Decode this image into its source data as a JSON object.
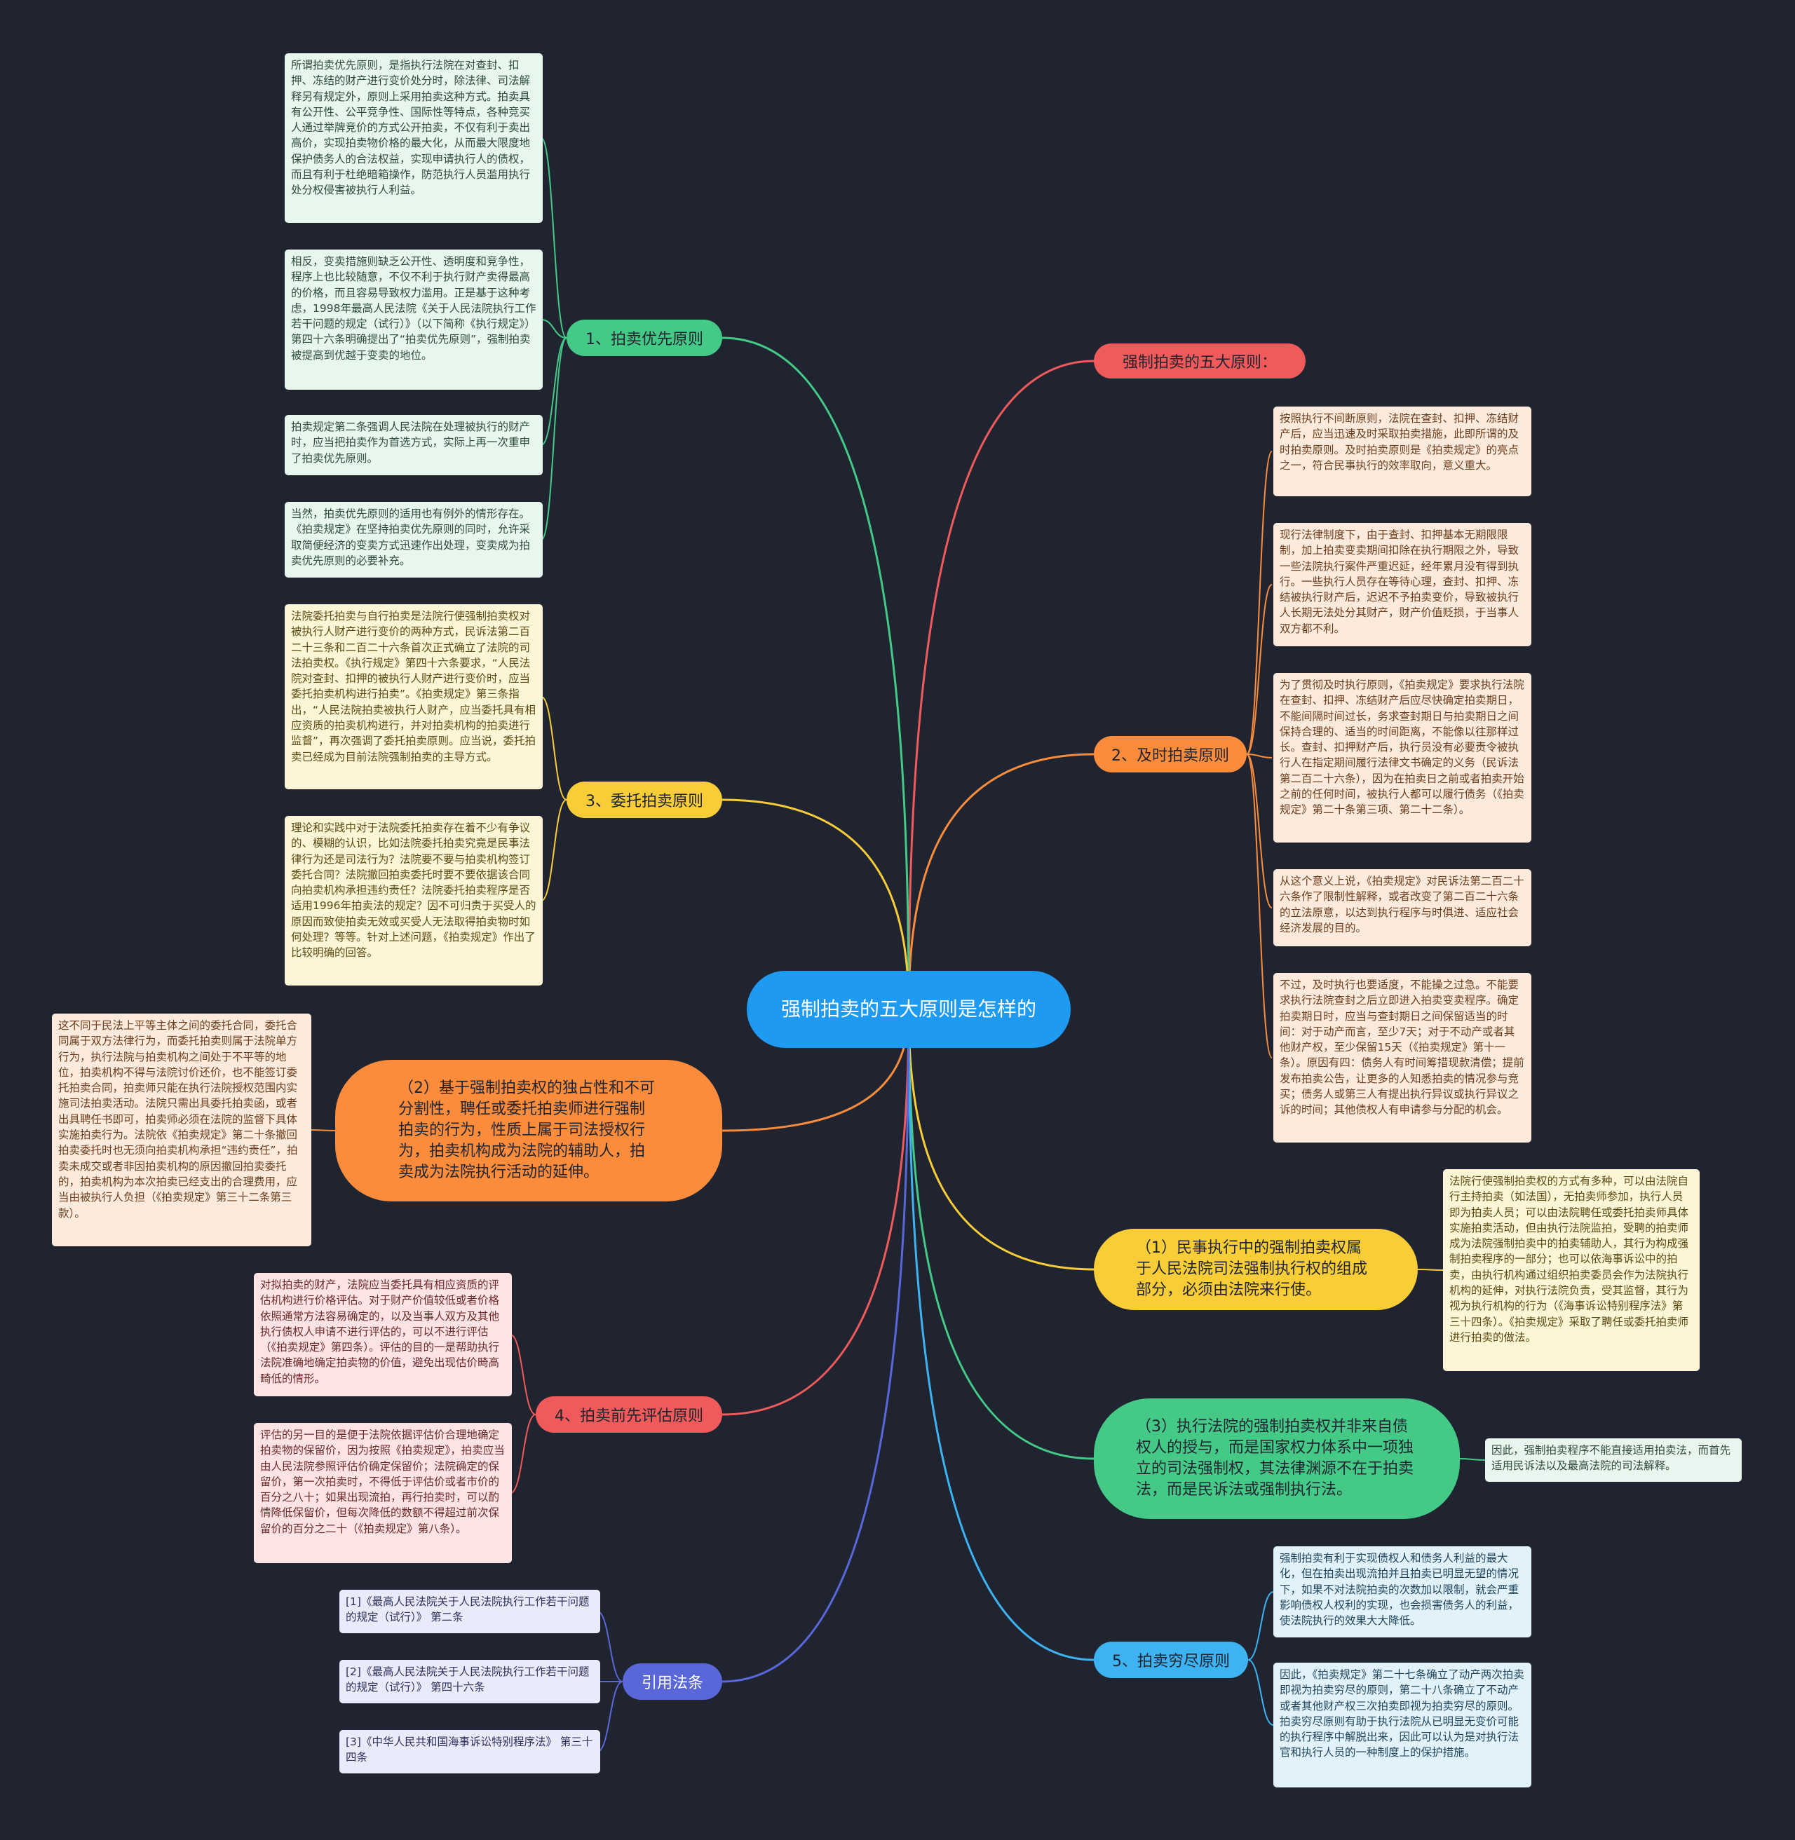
{
  "root": "强制拍卖的五大原则是怎样的",
  "colors": {
    "background": "#1f2430",
    "root": "#1e9af0",
    "red": "#f05a5a",
    "green": "#45c987",
    "orange": "#fb8c3c",
    "yellow": "#f9cd38",
    "blue": "#3db3f2",
    "purple": "#5a67d8"
  },
  "branches": {
    "five": {
      "label": "强制拍卖的五大原则："
    },
    "timely": {
      "label": "2、及时拍卖原则",
      "leaves": [
        "按照执行不间断原则，法院在查封、扣押、冻结财产后，应当迅速及时采取拍卖措施，此即所谓的及时拍卖原则。及时拍卖原则是《拍卖规定》的亮点之一，符合民事执行的效率取向，意义重大。",
        "现行法律制度下，由于查封、扣押基本无期限限制，加上拍卖变卖期间扣除在执行期限之外，导致一些法院执行案件严重迟延，经年累月没有得到执行。一些执行人员存在等待心理，查封、扣押、冻结被执行财产后，迟迟不予拍卖变价，导致被执行人长期无法处分其财产，财产价值贬损，于当事人双方都不利。",
        "为了贯彻及时执行原则，《拍卖规定》要求执行法院在查封、扣押、冻结财产后应尽快确定拍卖期日，不能间隔时间过长，务求查封期日与拍卖期日之间保持合理的、适当的时间距离，不能像以往那样过长。查封、扣押财产后，执行员没有必要责令被执行人在指定期间履行法律文书确定的义务（民诉法第二百二十六条），因为在拍卖日之前或者拍卖开始之前的任何时间，被执行人都可以履行债务（《拍卖规定》第二十条第三项、第二十二条）。",
        "从这个意义上说，《拍卖规定》对民诉法第二百二十六条作了限制性解释，或者改变了第二百二十六条的立法原意，以达到执行程序与时俱进、适应社会经济发展的目的。",
        "不过，及时执行也要适度，不能操之过急。不能要求执行法院查封之后立即进入拍卖变卖程序。确定拍卖期日时，应当与查封期日之间保留适当的时间：对于动产而言，至少7天；对于不动产或者其他财产权，至少保留15天（《拍卖规定》第十一条）。原因有四：债务人有时间筹措现款清偿；提前发布拍卖公告，让更多的人知悉拍卖的情况参与竞买；债务人或第三人有提出执行异议或执行异议之诉的时间；其他债权人有申请参与分配的机会。"
      ]
    },
    "judicial": {
      "label": "（1）民事执行中的强制拍卖权属于人民法院司法强制执行权的组成部分，必须由法院来行使。",
      "leaves": [
        "法院行使强制拍卖权的方式有多种，可以由法院自行主持拍卖（如法国），无拍卖师参加，执行人员即为拍卖人员；可以由法院聘任或委托拍卖师具体实施拍卖活动，但由执行法院监拍，受聘的拍卖师成为法院强制拍卖中的拍卖辅助人，其行为构成强制拍卖程序的一部分；也可以依海事诉讼中的拍卖，由执行机构通过组织拍卖委员会作为法院执行机构的延伸，对执行法院负责，受其监督，其行为视为执行机构的行为（《海事诉讼特别程序法》第三十四条）。《拍卖规定》采取了聘任或委托拍卖师进行拍卖的做法。"
      ]
    },
    "independent": {
      "label": "（3）执行法院的强制拍卖权并非来自债权人的授与，而是国家权力体系中一项独立的司法强制权，其法律渊源不在于拍卖法，而是民诉法或强制执行法。",
      "leaves": [
        "因此，强制拍卖程序不能直接适用拍卖法，而首先适用民诉法以及最高法院的司法解释。"
      ]
    },
    "exhaust": {
      "label": "5、拍卖穷尽原则",
      "leaves": [
        "强制拍卖有利于实现债权人和债务人利益的最大化，但在拍卖出现流拍并且拍卖已明显无望的情况下，如果不对法院拍卖的次数加以限制，就会严重影响债权人权利的实现，也会损害债务人的利益，使法院执行的效果大大降低。",
        "因此，《拍卖规定》第二十七条确立了动产两次拍卖即视为拍卖穷尽的原则，第二十八条确立了不动产或者其他财产权三次拍卖即视为拍卖穷尽的原则。拍卖穷尽原则有助于执行法院从已明显无变价可能的执行程序中解脱出来，因此可以认为是对执行法官和执行人员的一种制度上的保护措施。"
      ]
    },
    "priority": {
      "label": "1、拍卖优先原则",
      "leaves": [
        "所谓拍卖优先原则，是指执行法院在对查封、扣押、冻结的财产进行变价处分时，除法律、司法解释另有规定外，原则上采用拍卖这种方式。拍卖具有公开性、公平竞争性、国际性等特点，各种竞买人通过举牌竞价的方式公开拍卖，不仅有利于卖出高价，实现拍卖物价格的最大化，从而最大限度地保护债务人的合法权益，实现申请执行人的债权，而且有利于杜绝暗箱操作，防范执行人员滥用执行处分权侵害被执行人利益。",
        "相反，变卖措施则缺乏公开性、透明度和竞争性，程序上也比较随意，不仅不利于执行财产卖得最高的价格，而且容易导致权力滥用。正是基于这种考虑，1998年最高人民法院《关于人民法院执行工作若干问题的规定（试行）》（以下简称《执行规定》）第四十六条明确提出了“拍卖优先原则”，强制拍卖被提高到优越于变卖的地位。",
        "拍卖规定第二条强调人民法院在处理被执行的财产时，应当把拍卖作为首选方式，实际上再一次重申了拍卖优先原则。",
        "当然，拍卖优先原则的适用也有例外的情形存在。《拍卖规定》在坚持拍卖优先原则的同时，允许采取简便经济的变卖方式迅速作出处理，变卖成为拍卖优先原则的必要补充。"
      ]
    },
    "entrust": {
      "label": "3、委托拍卖原则",
      "leaves": [
        "法院委托拍卖与自行拍卖是法院行使强制拍卖权对被执行人财产进行变价的两种方式，民诉法第二百二十三条和二百二十六条首次正式确立了法院的司法拍卖权。《执行规定》第四十六条要求，“人民法院对查封、扣押的被执行人财产进行变价时，应当委托拍卖机构进行拍卖”。《拍卖规定》第三条指出，“人民法院拍卖被执行人财产，应当委托具有相应资质的拍卖机构进行，并对拍卖机构的拍卖进行监督”，再次强调了委托拍卖原则。应当说，委托拍卖已经成为目前法院强制拍卖的主导方式。",
        "理论和实践中对于法院委托拍卖存在着不少有争议的、模糊的认识，比如法院委托拍卖究竟是民事法律行为还是司法行为？法院要不要与拍卖机构签订委托合同？法院撤回拍卖委托时要不要依据该合同向拍卖机构承担违约责任？法院委托拍卖程序是否适用1996年拍卖法的规定？因不可归责于买受人的原因而致使拍卖无效或买受人无法取得拍卖物时如何处理？等等。针对上述问题，《拍卖规定》作出了比较明确的回答。"
      ]
    },
    "auxiliary": {
      "label": "（2）基于强制拍卖权的独占性和不可分割性，聘任或委托拍卖师进行强制拍卖的行为，性质上属于司法授权行为，拍卖机构成为法院的辅助人，拍卖成为法院执行活动的延伸。",
      "leaves": [
        "这不同于民法上平等主体之间的委托合同，委托合同属于双方法律行为，而委托拍卖则属于法院单方行为，执行法院与拍卖机构之间处于不平等的地位，拍卖机构不得与法院讨价还价，也不能签订委托拍卖合同，拍卖师只能在执行法院授权范围内实施司法拍卖活动。法院只需出具委托拍卖函，或者出具聘任书即可，拍卖师必须在法院的监督下具体实施拍卖行为。法院依《拍卖规定》第二十条撤回拍卖委托时也无须向拍卖机构承担“违约责任”，拍卖未成交或者非因拍卖机构的原因撤回拍卖委托的，拍卖机构为本次拍卖已经支出的合理费用，应当由被执行人负担（《拍卖规定》第三十二条第三款）。"
      ]
    },
    "valuation": {
      "label": "4、拍卖前先评估原则",
      "leaves": [
        "对拟拍卖的财产，法院应当委托具有相应资质的评估机构进行价格评估。对于财产价值较低或者价格依照通常方法容易确定的，以及当事人双方及其他执行债权人申请不进行评估的，可以不进行评估（《拍卖规定》第四条）。评估的目的一是帮助执行法院准确地确定拍卖物的价值，避免出现估价畸高畸低的情形。",
        "评估的另一目的是便于法院依据评估价合理地确定拍卖物的保留价，因为按照《拍卖规定》，拍卖应当由人民法院参照评估价确定保留价；法院确定的保留价，第一次拍卖时，不得低于评估价或者市价的百分之八十；如果出现流拍，再行拍卖时，可以酌情降低保留价，但每次降低的数额不得超过前次保留价的百分之二十（《拍卖规定》第八条）。"
      ]
    },
    "laws": {
      "label": "引用法条",
      "leaves": [
        "[1]《最高人民法院关于人民法院执行工作若干问题的规定（试行）》 第二条",
        "[2]《最高人民法院关于人民法院执行工作若干问题的规定（试行）》 第四十六条",
        "[3]《中华人民共和国海事诉讼特别程序法》 第三十四条"
      ]
    }
  }
}
